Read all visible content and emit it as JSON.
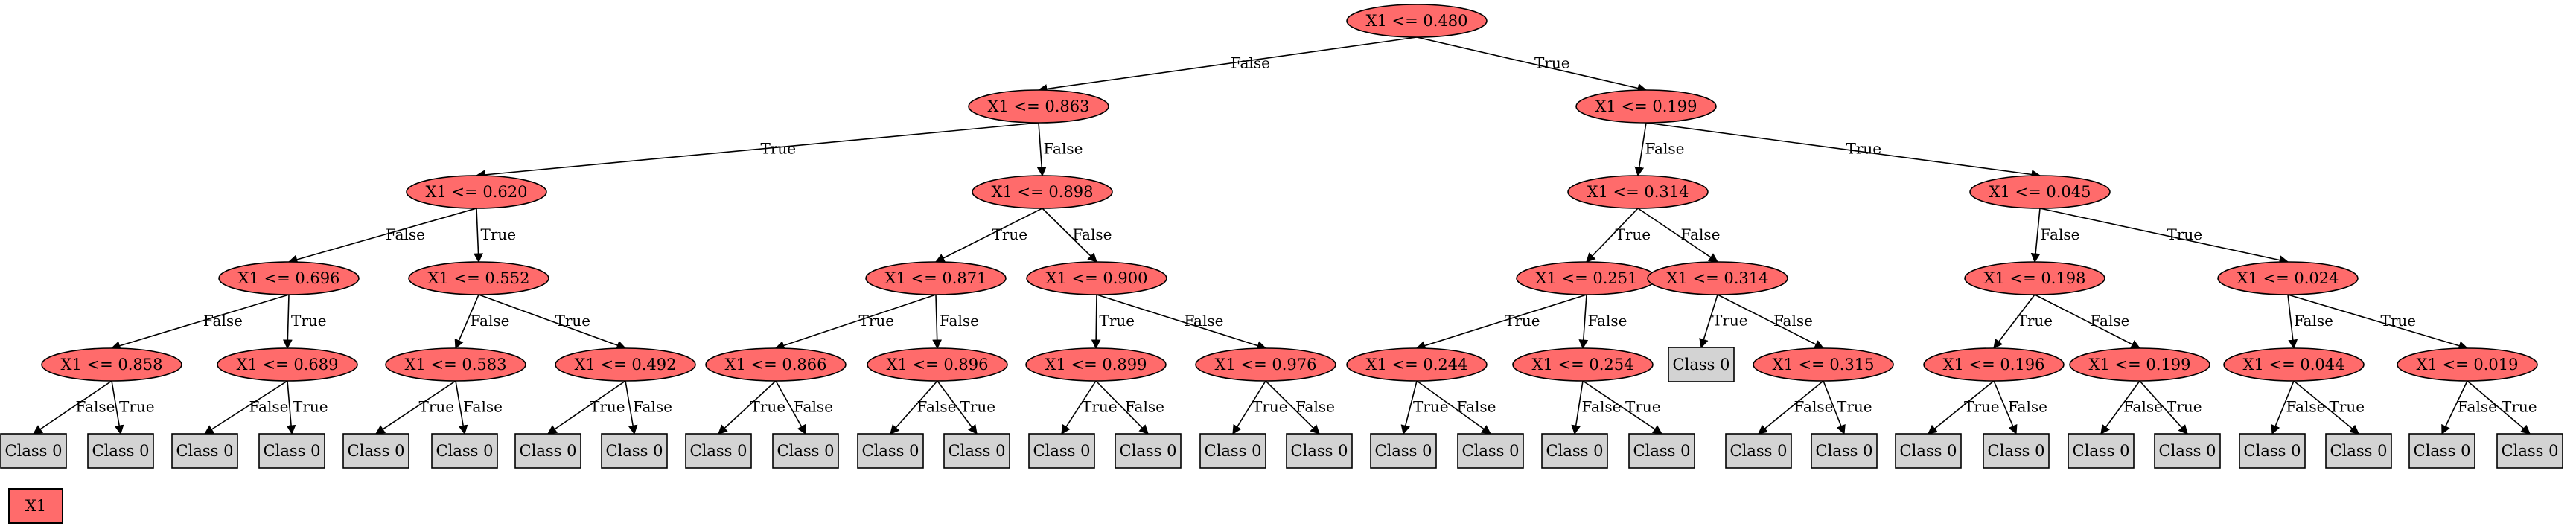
{
  "colors": {
    "decision_fill": "#ff6b6b",
    "leaf_fill": "#d3d3d3",
    "stroke": "#000000",
    "background": "#ffffff"
  },
  "nodes": [
    {
      "id": "n0",
      "type": "decision",
      "label": "X1 <= 0.480"
    },
    {
      "id": "n1",
      "type": "decision",
      "label": "X1 <= 0.863"
    },
    {
      "id": "n2",
      "type": "decision",
      "label": "X1 <= 0.199"
    },
    {
      "id": "n3",
      "type": "decision",
      "label": "X1 <= 0.620"
    },
    {
      "id": "n4",
      "type": "decision",
      "label": "X1 <= 0.898"
    },
    {
      "id": "n5",
      "type": "decision",
      "label": "X1 <= 0.314"
    },
    {
      "id": "n6",
      "type": "decision",
      "label": "X1 <= 0.045"
    },
    {
      "id": "n7",
      "type": "decision",
      "label": "X1 <= 0.696"
    },
    {
      "id": "n8",
      "type": "decision",
      "label": "X1 <= 0.552"
    },
    {
      "id": "n9",
      "type": "decision",
      "label": "X1 <= 0.871"
    },
    {
      "id": "n10",
      "type": "decision",
      "label": "X1 <= 0.900"
    },
    {
      "id": "n11",
      "type": "decision",
      "label": "X1 <= 0.251"
    },
    {
      "id": "n12",
      "type": "decision",
      "label": "X1 <= 0.314"
    },
    {
      "id": "n13",
      "type": "decision",
      "label": "X1 <= 0.198"
    },
    {
      "id": "n14",
      "type": "decision",
      "label": "X1 <= 0.024"
    },
    {
      "id": "n15",
      "type": "decision",
      "label": "X1 <= 0.858"
    },
    {
      "id": "n16",
      "type": "decision",
      "label": "X1 <= 0.689"
    },
    {
      "id": "n17",
      "type": "decision",
      "label": "X1 <= 0.583"
    },
    {
      "id": "n18",
      "type": "decision",
      "label": "X1 <= 0.492"
    },
    {
      "id": "n19",
      "type": "decision",
      "label": "X1 <= 0.866"
    },
    {
      "id": "n20",
      "type": "decision",
      "label": "X1 <= 0.896"
    },
    {
      "id": "n21",
      "type": "decision",
      "label": "X1 <= 0.899"
    },
    {
      "id": "n22",
      "type": "decision",
      "label": "X1 <= 0.976"
    },
    {
      "id": "n23",
      "type": "decision",
      "label": "X1 <= 0.244"
    },
    {
      "id": "n24",
      "type": "decision",
      "label": "X1 <= 0.254"
    },
    {
      "id": "n25",
      "type": "leaf",
      "label": "Class 0"
    },
    {
      "id": "n26",
      "type": "decision",
      "label": "X1 <= 0.315"
    },
    {
      "id": "n27",
      "type": "decision",
      "label": "X1 <= 0.196"
    },
    {
      "id": "n28",
      "type": "decision",
      "label": "X1 <= 0.199"
    },
    {
      "id": "n29",
      "type": "decision",
      "label": "X1 <= 0.044"
    },
    {
      "id": "n30",
      "type": "decision",
      "label": "X1 <= 0.019"
    },
    {
      "id": "l0",
      "type": "leaf",
      "label": "Class 0"
    },
    {
      "id": "l1",
      "type": "leaf",
      "label": "Class 0"
    },
    {
      "id": "l2",
      "type": "leaf",
      "label": "Class 0"
    },
    {
      "id": "l3",
      "type": "leaf",
      "label": "Class 0"
    },
    {
      "id": "l4",
      "type": "leaf",
      "label": "Class 0"
    },
    {
      "id": "l5",
      "type": "leaf",
      "label": "Class 0"
    },
    {
      "id": "l6",
      "type": "leaf",
      "label": "Class 0"
    },
    {
      "id": "l7",
      "type": "leaf",
      "label": "Class 0"
    },
    {
      "id": "l8",
      "type": "leaf",
      "label": "Class 0"
    },
    {
      "id": "l9",
      "type": "leaf",
      "label": "Class 0"
    },
    {
      "id": "l10",
      "type": "leaf",
      "label": "Class 0"
    },
    {
      "id": "l11",
      "type": "leaf",
      "label": "Class 0"
    },
    {
      "id": "l12",
      "type": "leaf",
      "label": "Class 0"
    },
    {
      "id": "l13",
      "type": "leaf",
      "label": "Class 0"
    },
    {
      "id": "l14",
      "type": "leaf",
      "label": "Class 0"
    },
    {
      "id": "l15",
      "type": "leaf",
      "label": "Class 0"
    },
    {
      "id": "l16",
      "type": "leaf",
      "label": "Class 0"
    },
    {
      "id": "l17",
      "type": "leaf",
      "label": "Class 0"
    },
    {
      "id": "l18",
      "type": "leaf",
      "label": "Class 0"
    },
    {
      "id": "l19",
      "type": "leaf",
      "label": "Class 0"
    },
    {
      "id": "l20",
      "type": "leaf",
      "label": "Class 0"
    },
    {
      "id": "l21",
      "type": "leaf",
      "label": "Class 0"
    },
    {
      "id": "l22",
      "type": "leaf",
      "label": "Class 0"
    },
    {
      "id": "l23",
      "type": "leaf",
      "label": "Class 0"
    },
    {
      "id": "l24",
      "type": "leaf",
      "label": "Class 0"
    },
    {
      "id": "l25",
      "type": "leaf",
      "label": "Class 0"
    },
    {
      "id": "l26",
      "type": "leaf",
      "label": "Class 0"
    },
    {
      "id": "l27",
      "type": "leaf",
      "label": "Class 0"
    },
    {
      "id": "l28",
      "type": "leaf",
      "label": "Class 0"
    },
    {
      "id": "l29",
      "type": "leaf",
      "label": "Class 0"
    }
  ],
  "edges": [
    {
      "from": "n0",
      "to": "n1",
      "label": "False"
    },
    {
      "from": "n0",
      "to": "n2",
      "label": "True"
    },
    {
      "from": "n1",
      "to": "n3",
      "label": "True"
    },
    {
      "from": "n1",
      "to": "n4",
      "label": "False"
    },
    {
      "from": "n2",
      "to": "n5",
      "label": "False"
    },
    {
      "from": "n2",
      "to": "n6",
      "label": "True"
    },
    {
      "from": "n3",
      "to": "n7",
      "label": "False"
    },
    {
      "from": "n3",
      "to": "n8",
      "label": "True"
    },
    {
      "from": "n4",
      "to": "n9",
      "label": "True"
    },
    {
      "from": "n4",
      "to": "n10",
      "label": "False"
    },
    {
      "from": "n5",
      "to": "n11",
      "label": "True"
    },
    {
      "from": "n5",
      "to": "n12",
      "label": "False"
    },
    {
      "from": "n6",
      "to": "n13",
      "label": "False"
    },
    {
      "from": "n6",
      "to": "n14",
      "label": "True"
    },
    {
      "from": "n7",
      "to": "n15",
      "label": "False"
    },
    {
      "from": "n7",
      "to": "n16",
      "label": "True"
    },
    {
      "from": "n8",
      "to": "n17",
      "label": "False"
    },
    {
      "from": "n8",
      "to": "n18",
      "label": "True"
    },
    {
      "from": "n9",
      "to": "n19",
      "label": "True"
    },
    {
      "from": "n9",
      "to": "n20",
      "label": "False"
    },
    {
      "from": "n10",
      "to": "n21",
      "label": "True"
    },
    {
      "from": "n10",
      "to": "n22",
      "label": "False"
    },
    {
      "from": "n11",
      "to": "n23",
      "label": "True"
    },
    {
      "from": "n11",
      "to": "n24",
      "label": "False"
    },
    {
      "from": "n12",
      "to": "n25",
      "label": "True"
    },
    {
      "from": "n12",
      "to": "n26",
      "label": "False"
    },
    {
      "from": "n13",
      "to": "n27",
      "label": "True"
    },
    {
      "from": "n13",
      "to": "n28",
      "label": "False"
    },
    {
      "from": "n14",
      "to": "n29",
      "label": "False"
    },
    {
      "from": "n14",
      "to": "n30",
      "label": "True"
    },
    {
      "from": "n15",
      "to": "l0",
      "label": "False"
    },
    {
      "from": "n15",
      "to": "l1",
      "label": "True"
    },
    {
      "from": "n16",
      "to": "l2",
      "label": "False"
    },
    {
      "from": "n16",
      "to": "l3",
      "label": "True"
    },
    {
      "from": "n17",
      "to": "l4",
      "label": "True"
    },
    {
      "from": "n17",
      "to": "l5",
      "label": "False"
    },
    {
      "from": "n18",
      "to": "l6",
      "label": "True"
    },
    {
      "from": "n18",
      "to": "l7",
      "label": "False"
    },
    {
      "from": "n19",
      "to": "l8",
      "label": "True"
    },
    {
      "from": "n19",
      "to": "l9",
      "label": "False"
    },
    {
      "from": "n20",
      "to": "l10",
      "label": "False"
    },
    {
      "from": "n20",
      "to": "l11",
      "label": "True"
    },
    {
      "from": "n21",
      "to": "l12",
      "label": "True"
    },
    {
      "from": "n21",
      "to": "l13",
      "label": "False"
    },
    {
      "from": "n22",
      "to": "l14",
      "label": "True"
    },
    {
      "from": "n22",
      "to": "l15",
      "label": "False"
    },
    {
      "from": "n23",
      "to": "l16",
      "label": "True"
    },
    {
      "from": "n23",
      "to": "l17",
      "label": "False"
    },
    {
      "from": "n24",
      "to": "l18",
      "label": "False"
    },
    {
      "from": "n24",
      "to": "l19",
      "label": "True"
    },
    {
      "from": "n26",
      "to": "l20",
      "label": "False"
    },
    {
      "from": "n26",
      "to": "l21",
      "label": "True"
    },
    {
      "from": "n27",
      "to": "l22",
      "label": "True"
    },
    {
      "from": "n27",
      "to": "l23",
      "label": "False"
    },
    {
      "from": "n28",
      "to": "l24",
      "label": "False"
    },
    {
      "from": "n28",
      "to": "l25",
      "label": "True"
    },
    {
      "from": "n29",
      "to": "l26",
      "label": "False"
    },
    {
      "from": "n29",
      "to": "l27",
      "label": "True"
    },
    {
      "from": "n30",
      "to": "l28",
      "label": "False"
    },
    {
      "from": "n30",
      "to": "l29",
      "label": "True"
    }
  ],
  "legend": {
    "label": "X1"
  }
}
